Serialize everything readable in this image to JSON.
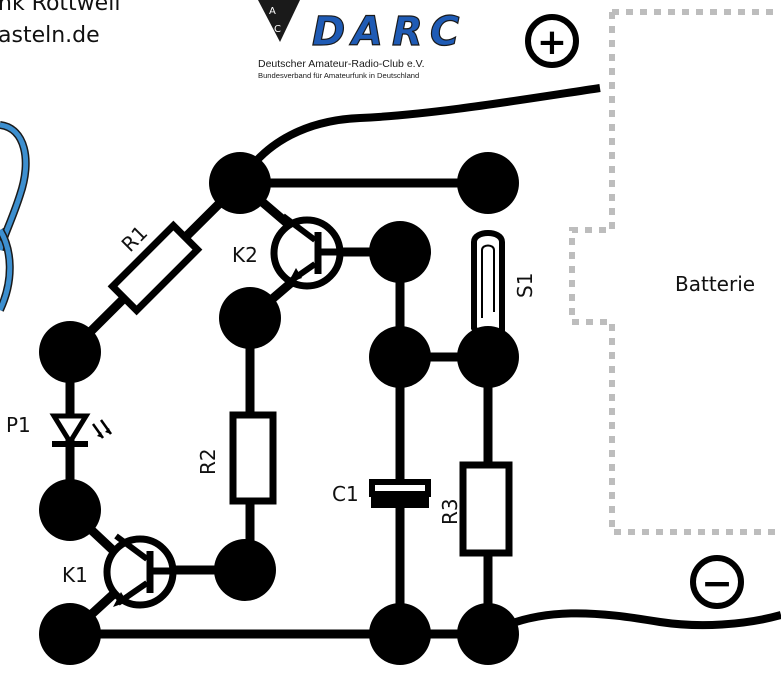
{
  "header": {
    "line1": "nk Rottweil",
    "line2": "asteln.de"
  },
  "logo": {
    "letters": [
      "D",
      "A",
      "R",
      "C"
    ],
    "subtitle1": "Deutscher Amateur-Radio-Club e.V.",
    "subtitle2": "Bundesverband für Amateurfunk in Deutschland",
    "color": "#1f5bb5"
  },
  "components": {
    "r1": "R1",
    "r2": "R2",
    "r3": "R3",
    "k1": "K1",
    "k2": "K2",
    "p1": "P1",
    "c1": "C1",
    "s1": "S1"
  },
  "battery": {
    "label": "Batterie",
    "plus": "+",
    "minus": "−"
  },
  "colors": {
    "trace": "#000000",
    "battery_outline": "#bdbdbd",
    "coil_blue": "#3d8fcf"
  }
}
